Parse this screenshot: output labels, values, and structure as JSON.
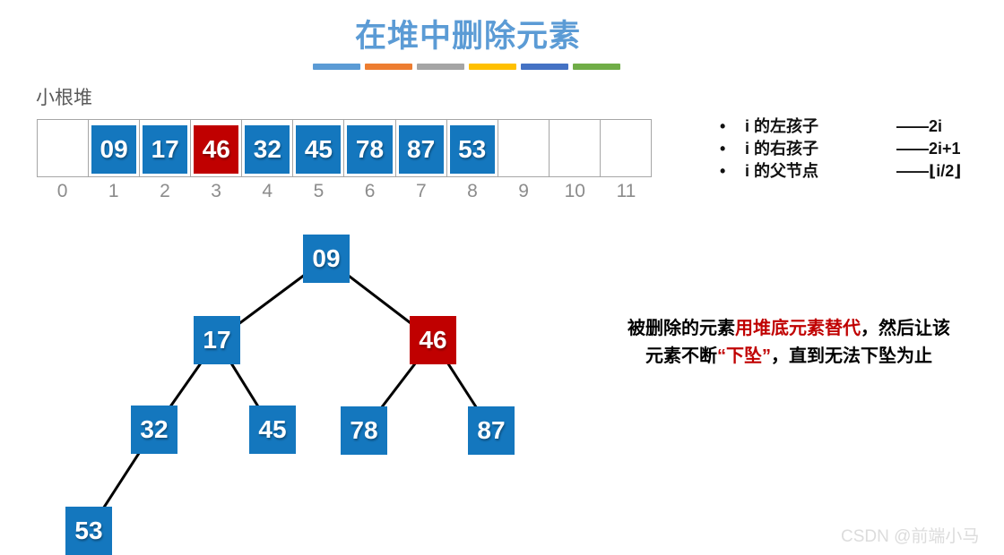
{
  "title": "在堆中删除元素",
  "decor_dash_colors": [
    "#5B9BD5",
    "#ED7D31",
    "#A5A5A5",
    "#FFC000",
    "#4472C4",
    "#70AD47"
  ],
  "heap": {
    "label": "小根堆",
    "array": {
      "indices": [
        "0",
        "1",
        "2",
        "3",
        "4",
        "5",
        "6",
        "7",
        "8",
        "9",
        "10",
        "11"
      ],
      "values": [
        "",
        "09",
        "17",
        "46",
        "32",
        "45",
        "78",
        "87",
        "53",
        "",
        "",
        ""
      ],
      "highlight_index": 3
    }
  },
  "bullet_char": "•",
  "formulas": [
    {
      "label": "i 的左孩子",
      "value": "——2i"
    },
    {
      "label": "i 的右孩子",
      "value": "——2i+1"
    },
    {
      "label": "i 的父节点",
      "value": "——⌊i/2⌋"
    }
  ],
  "tree": {
    "nodes": [
      {
        "value": "09",
        "highlight": false
      },
      {
        "value": "17",
        "highlight": false
      },
      {
        "value": "46",
        "highlight": true
      },
      {
        "value": "32",
        "highlight": false
      },
      {
        "value": "45",
        "highlight": false
      },
      {
        "value": "78",
        "highlight": false
      },
      {
        "value": "87",
        "highlight": false
      },
      {
        "value": "53",
        "highlight": false
      }
    ]
  },
  "note": {
    "line1": [
      {
        "text": "被删除的元素",
        "red": false
      },
      {
        "text": "用堆底元素替代",
        "red": true
      },
      {
        "text": "，然后让该",
        "red": false
      }
    ],
    "line2": [
      {
        "text": "元素不断",
        "red": false
      },
      {
        "text": "“下坠”",
        "red": true
      },
      {
        "text": "，直到无法下坠为止",
        "red": false
      }
    ]
  },
  "watermark": "CSDN @前端小马",
  "colors": {
    "title_blue": "#5B9BD5",
    "node_blue": "#1477BE",
    "node_red": "#C00000",
    "index_gray": "#8C8C8C",
    "border_gray": "#A6A6A6"
  }
}
